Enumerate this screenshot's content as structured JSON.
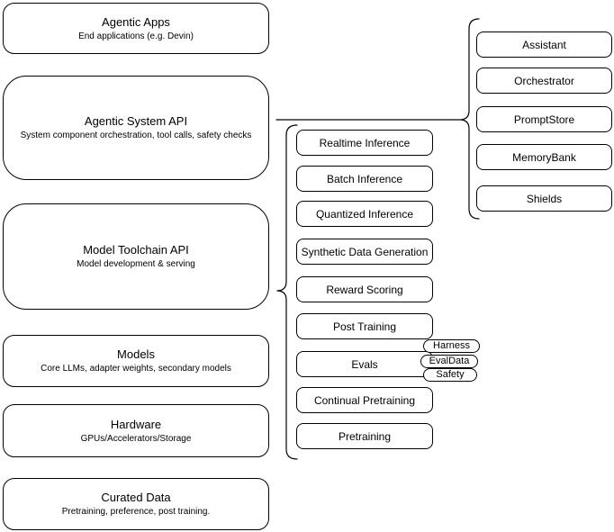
{
  "left_stack": [
    {
      "title": "Agentic Apps",
      "subtitle": "End applications (e.g. Devin)"
    },
    {
      "title": "Agentic System API",
      "subtitle": "System component orchestration, tool calls, safety checks"
    },
    {
      "title": "Model Toolchain API",
      "subtitle": "Model development & serving"
    },
    {
      "title": "Models",
      "subtitle": "Core LLMs, adapter weights, secondary models"
    },
    {
      "title": "Hardware",
      "subtitle": "GPUs/Accelerators/Storage"
    },
    {
      "title": "Curated Data",
      "subtitle": "Pretraining, preference, post training."
    }
  ],
  "toolchain_components": [
    "Realtime Inference",
    "Batch Inference",
    "Quantized Inference",
    "Synthetic Data Generation",
    "Reward Scoring",
    "Post Training",
    "Evals",
    "Continual Pretraining",
    "Pretraining"
  ],
  "eval_tags": [
    "Harness",
    "EvalData",
    "Safety"
  ],
  "system_components": [
    "Assistant",
    "Orchestrator",
    "PromptStore",
    "MemoryBank",
    "Shields"
  ],
  "colors": {
    "stroke": "#000000",
    "background": "#ffffff",
    "text": "#000000"
  }
}
